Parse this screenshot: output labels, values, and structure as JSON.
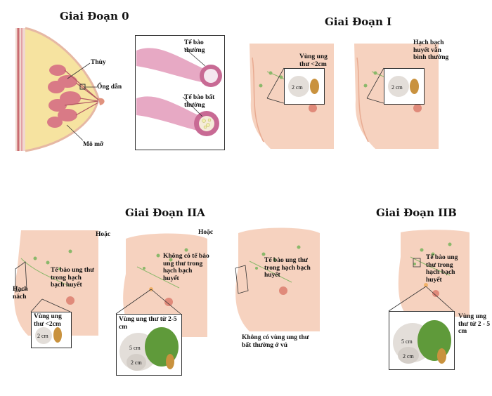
{
  "titles": {
    "stage0": "Giai Đoạn 0",
    "stageI": "Giai Đoạn I",
    "stageIIA": "Giai Đoạn IIA",
    "stageIIB": "Giai Đoạn IIB"
  },
  "stage0": {
    "lobe": "Thùy",
    "duct": "Ống dẫn",
    "fat": "Mô mỡ",
    "normal_cells": "Tế bào thường",
    "abnormal_cells": "Tế bào bất thường"
  },
  "stageI": {
    "tumor_lt2": "Vùng ung thư <2cm",
    "size_2cm": "2 cm",
    "nodes_normal": "Hạch bạch huyết vẫn bình thường",
    "size_2cm_b": "2 cm"
  },
  "stageIIA": {
    "or_1": "Hoặc",
    "or_2": "Hoặc",
    "cells_in_nodes_1": "Tế bào ung thư trong hạch bạch huyết",
    "axillary_nodes": "Hạch nách",
    "tumor_lt2": "Vùng ung thư <2cm",
    "size_2cm": "2 cm",
    "no_cells_nodes": "Không có tế bào ung thư trong hạch bạch huyết",
    "tumor_2_5": "Vùng ung thư từ 2-5 cm",
    "size_5cm": "5 cm",
    "size_2cm_b": "2 cm",
    "cells_in_nodes_3": "Tế bào ung thư trong hạch bạch huyết",
    "no_abnormal_breast": "Không có vùng ung thư bất thường ở vú"
  },
  "stageIIB": {
    "cells_in_nodes": "Tế bào ung thư trong hạch bạch huyết",
    "tumor_2_5": "Vùng ung thư từ 2 - 5 cm",
    "size_5cm": "5 cm",
    "size_2cm": "2 cm"
  },
  "colors": {
    "skin": "#f6d2bf",
    "skin_dark": "#e8ab92",
    "node_green": "#8ab86a",
    "tumor_brown": "#c9923e",
    "tumor_green": "#5f9a3a",
    "lobule_pink": "#d97a86"
  }
}
